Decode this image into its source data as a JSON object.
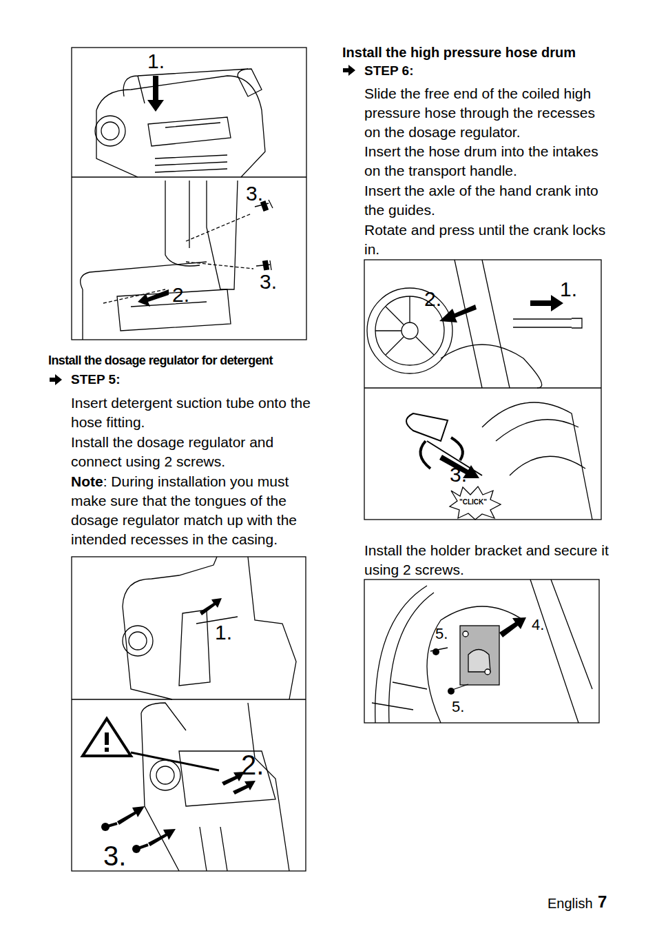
{
  "diagram": {
    "labels": [
      "1.",
      "3.",
      "3.",
      "2.",
      "Install the dosage regulator for detergent",
      "STEP 5:",
      "Insert detergent suction tube onto the hose fitting.",
      "Install the dosage regulator and connect using 2 screws.",
      "Note",
      ": During installation you must make sure that the tongues of the dosage regulator match up with the intended recesses in the casing.",
      "1.",
      "2.",
      "3.",
      "Install the high pressure hose drum",
      "STEP 6:",
      "Slide the free end of the coiled high pressure hose through the recesses on the dosage regulator.",
      "Insert the hose drum into the intakes on the transport handle.",
      "Insert the axle of the hand crank into the guides.",
      "Rotate and press until the crank locks in.",
      "2.",
      "1.",
      "3.",
      "\"CLICK\"",
      "Install the holder bracket and secure it using 2 screws.",
      "5.",
      "4.",
      "5.",
      "English",
      "7"
    ]
  }
}
